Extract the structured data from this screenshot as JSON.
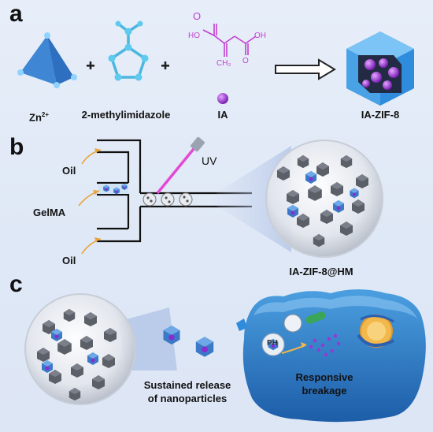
{
  "panels": {
    "a": "a",
    "b": "b",
    "c": "c"
  },
  "labels": {
    "zn": "Zn",
    "zn_charge": "2+",
    "methylimidazole": "2-methylimidazole",
    "ia": "IA",
    "ia_zif8": "IA-ZIF-8",
    "oil_top": "Oil",
    "gelma": "GelMA",
    "oil_bottom": "Oil",
    "uv": "UV",
    "ia_zif8_hm": "IA-ZIF-8@HM",
    "sustained_line1": "Sustained release",
    "sustained_line2": "of nanoparticles",
    "ph": "PH",
    "responsive_line1": "Responsive",
    "responsive_line2": "breakage"
  },
  "chem": {
    "o_top": "O",
    "ho": "HO",
    "oh": "OH",
    "o_bottom": "O",
    "ch2": "CH₂"
  },
  "colors": {
    "background": "#e2eaf7",
    "crystal_blue": "#2f8bdc",
    "ia_purple": "#9a35d6",
    "cell_blue": "#1d5da8",
    "uv_magenta": "#e24ad6",
    "arrow_orange": "#e8a43a"
  }
}
